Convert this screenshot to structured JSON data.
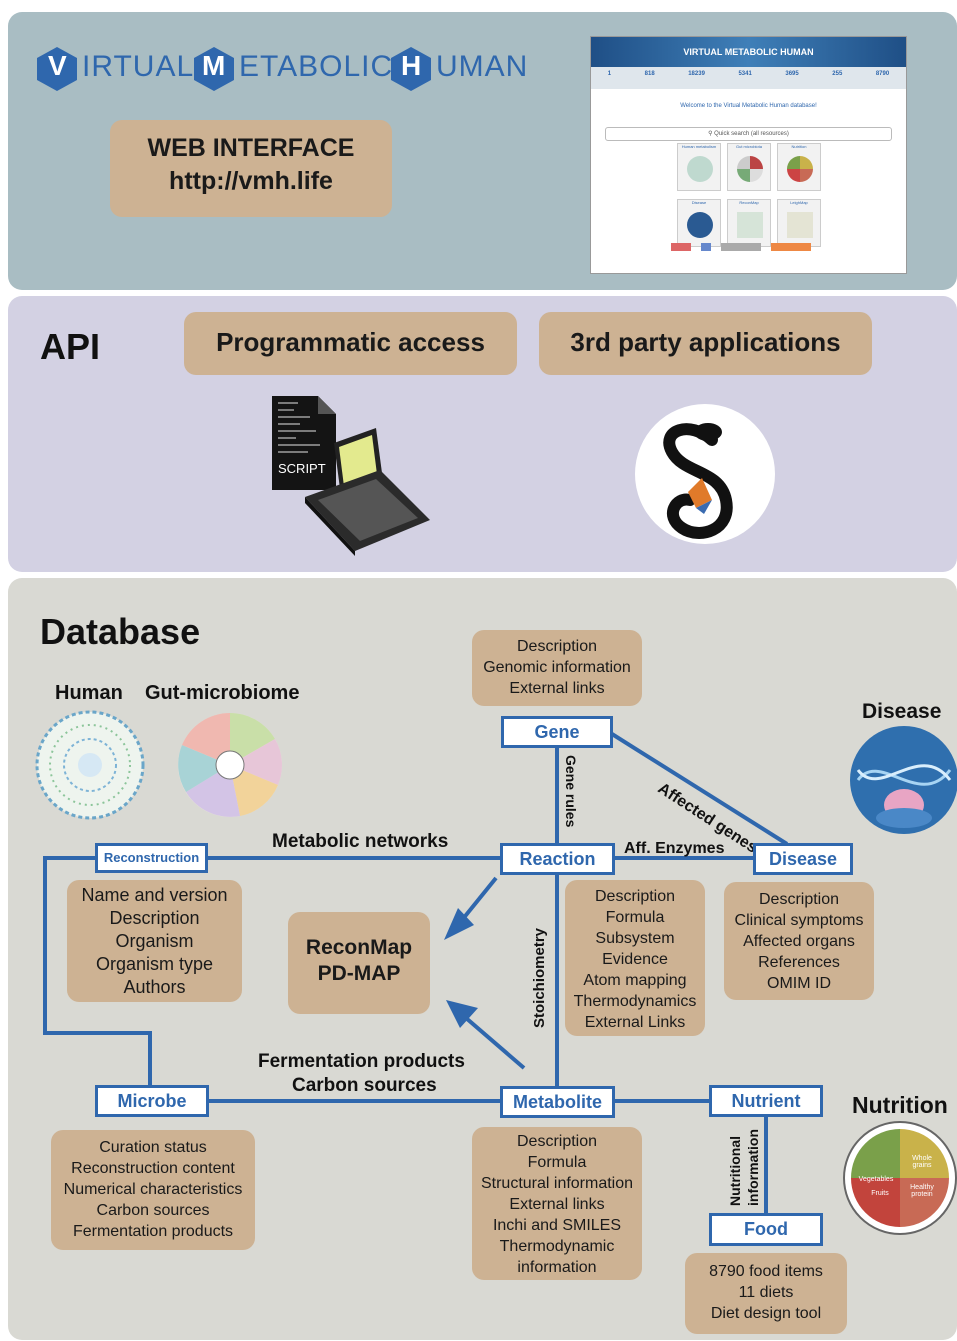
{
  "web": {
    "logo": {
      "v": "V",
      "v_rest": "IRTUAL",
      "m": "M",
      "m_rest": "ETABOLIC",
      "h": "H",
      "h_rest": "UMAN"
    },
    "box_title": "WEB INTERFACE",
    "box_url": "http://vmh.life",
    "screenshot": {
      "header": "VIRTUAL METABOLIC HUMAN",
      "welcome": "Welcome to the Virtual Metabolic Human database!",
      "search": "Quick search (all resources)",
      "stats": [
        "1",
        "818",
        "18239",
        "5341",
        "3695",
        "255",
        "8790"
      ],
      "tiles": [
        "Human metabolism",
        "Gut microbiota",
        "Nutrition",
        "Disease",
        "ReconMap",
        "LeighMap"
      ]
    }
  },
  "api": {
    "title": "API",
    "programmatic": "Programmatic access",
    "third_party": "3rd party applications",
    "script_label": "SCRIPT"
  },
  "db": {
    "title": "Database",
    "human": "Human",
    "gut": "Gut-microbiome",
    "disease_title": "Disease",
    "nutrition_title": "Nutrition",
    "entities": {
      "gene": "Gene",
      "reaction": "Reaction",
      "disease": "Disease",
      "reconstruction": "Reconstruction",
      "microbe": "Microbe",
      "metabolite": "Metabolite",
      "nutrient": "Nutrient",
      "food": "Food"
    },
    "edges": {
      "metabolic_networks": "Metabolic networks",
      "aff_enzymes": "Aff. Enzymes",
      "affected_genes": "Affected genes",
      "gene_rules": "Gene rules",
      "stoichiometry": "Stoichiometry",
      "fermentation": "Fermentation products",
      "carbon": "Carbon sources",
      "nutritional": "Nutritional",
      "information": "information"
    },
    "recon_map": "ReconMap",
    "pd_map": "PD-MAP",
    "gene_attrs": [
      "Description",
      "Genomic information",
      "External links"
    ],
    "recon_attrs": [
      "Name and version",
      "Description",
      "Organism",
      "Organism type",
      "Authors"
    ],
    "reaction_attrs": [
      "Description",
      "Formula",
      "Subsystem",
      "Evidence",
      "Atom mapping",
      "Thermodynamics",
      "External Links"
    ],
    "disease_attrs": [
      "Description",
      "Clinical symptoms",
      "Affected organs",
      "References",
      "OMIM ID"
    ],
    "microbe_attrs": [
      "Curation status",
      "Reconstruction content",
      "Numerical characteristics",
      "Carbon sources",
      "Fermentation products"
    ],
    "metabolite_attrs": [
      "Description",
      "Formula",
      "Structural information",
      "External links",
      "Inchi and SMILES",
      "Thermodynamic",
      "information"
    ],
    "food_attrs": [
      "8790 food items",
      "11 diets",
      "Diet design tool"
    ],
    "plate_labels": [
      "Whole grains",
      "Healthy protein",
      "Vegetables",
      "Fruits"
    ]
  },
  "colors": {
    "entity_blue": "#2f67ad",
    "tan": "#cdb293",
    "web_bg": "#a9bdc3",
    "api_bg": "#d3d1e3",
    "db_bg": "#d9d9d3"
  }
}
